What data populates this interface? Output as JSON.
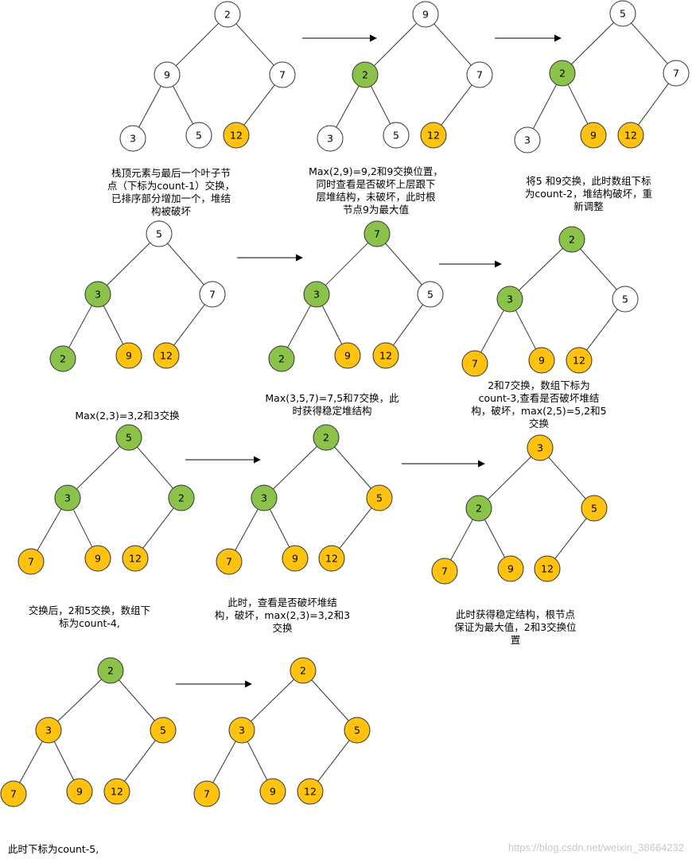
{
  "colors": {
    "white": "#ffffff",
    "green": "#8bc34a",
    "orange": "#ffc20e",
    "stroke": "#333333",
    "edge": "#333333",
    "arrow": "#000000"
  },
  "heap_states": [
    {
      "id": 1,
      "nodes": [
        {
          "v": "2",
          "c": "white"
        },
        {
          "v": "9",
          "c": "white"
        },
        {
          "v": "7",
          "c": "white"
        },
        {
          "v": "3",
          "c": "white"
        },
        {
          "v": "5",
          "c": "white"
        },
        {
          "v": "12",
          "c": "orange"
        }
      ]
    },
    {
      "id": 2,
      "nodes": [
        {
          "v": "9",
          "c": "white"
        },
        {
          "v": "2",
          "c": "green"
        },
        {
          "v": "7",
          "c": "white"
        },
        {
          "v": "3",
          "c": "white"
        },
        {
          "v": "5",
          "c": "white"
        },
        {
          "v": "12",
          "c": "orange"
        }
      ]
    },
    {
      "id": 3,
      "nodes": [
        {
          "v": "5",
          "c": "white"
        },
        {
          "v": "2",
          "c": "green"
        },
        {
          "v": "7",
          "c": "white"
        },
        {
          "v": "3",
          "c": "white"
        },
        {
          "v": "9",
          "c": "orange"
        },
        {
          "v": "12",
          "c": "orange"
        }
      ]
    },
    {
      "id": 4,
      "nodes": [
        {
          "v": "5",
          "c": "white"
        },
        {
          "v": "3",
          "c": "green"
        },
        {
          "v": "7",
          "c": "white"
        },
        {
          "v": "2",
          "c": "green"
        },
        {
          "v": "9",
          "c": "orange"
        },
        {
          "v": "12",
          "c": "orange"
        }
      ]
    },
    {
      "id": 5,
      "nodes": [
        {
          "v": "7",
          "c": "green"
        },
        {
          "v": "3",
          "c": "green"
        },
        {
          "v": "5",
          "c": "white"
        },
        {
          "v": "2",
          "c": "green"
        },
        {
          "v": "9",
          "c": "orange"
        },
        {
          "v": "12",
          "c": "orange"
        }
      ]
    },
    {
      "id": 6,
      "nodes": [
        {
          "v": "2",
          "c": "green"
        },
        {
          "v": "3",
          "c": "green"
        },
        {
          "v": "5",
          "c": "white"
        },
        {
          "v": "7",
          "c": "orange"
        },
        {
          "v": "9",
          "c": "orange"
        },
        {
          "v": "12",
          "c": "orange"
        }
      ]
    },
    {
      "id": 7,
      "nodes": [
        {
          "v": "5",
          "c": "green"
        },
        {
          "v": "3",
          "c": "green"
        },
        {
          "v": "2",
          "c": "green"
        },
        {
          "v": "7",
          "c": "orange"
        },
        {
          "v": "9",
          "c": "orange"
        },
        {
          "v": "12",
          "c": "orange"
        }
      ]
    },
    {
      "id": 8,
      "nodes": [
        {
          "v": "2",
          "c": "green"
        },
        {
          "v": "3",
          "c": "green"
        },
        {
          "v": "5",
          "c": "orange"
        },
        {
          "v": "7",
          "c": "orange"
        },
        {
          "v": "9",
          "c": "orange"
        },
        {
          "v": "12",
          "c": "orange"
        }
      ]
    },
    {
      "id": 9,
      "nodes": [
        {
          "v": "3",
          "c": "orange"
        },
        {
          "v": "2",
          "c": "green"
        },
        {
          "v": "5",
          "c": "orange"
        },
        {
          "v": "7",
          "c": "orange"
        },
        {
          "v": "9",
          "c": "orange"
        },
        {
          "v": "12",
          "c": "orange"
        }
      ]
    },
    {
      "id": 10,
      "nodes": [
        {
          "v": "2",
          "c": "green"
        },
        {
          "v": "3",
          "c": "orange"
        },
        {
          "v": "5",
          "c": "orange"
        },
        {
          "v": "7",
          "c": "orange"
        },
        {
          "v": "9",
          "c": "orange"
        },
        {
          "v": "12",
          "c": "orange"
        }
      ]
    },
    {
      "id": 11,
      "nodes": [
        {
          "v": "2",
          "c": "orange"
        },
        {
          "v": "3",
          "c": "orange"
        },
        {
          "v": "5",
          "c": "orange"
        },
        {
          "v": "7",
          "c": "orange"
        },
        {
          "v": "9",
          "c": "orange"
        },
        {
          "v": "12",
          "c": "orange"
        }
      ]
    }
  ],
  "captions": {
    "c1": [
      "栈顶元素与最后一个叶子节",
      "点（下标为count-1）交换，",
      "已排序部分增加一个，堆结",
      "构被破坏"
    ],
    "c2": [
      "Max(2,9)=9,2和9交换位置，",
      "同时查看是否破坏上层跟下",
      "层堆结构，未破坏，此时根",
      "节点9为最大值"
    ],
    "c3": [
      "将5 和9交换，此时数组下标",
      "为count-2，堆结构破坏，重",
      "新调整"
    ],
    "c4": [
      "Max(2,3)=3,2和3交换"
    ],
    "c5": [
      "Max(3,5,7)=7,5和7交换，此",
      "时获得稳定堆结构"
    ],
    "c6": [
      "2和7交换，数组下标为",
      "count-3,查看是否破坏堆结",
      "构，破坏，max(2,5)=5,2和5",
      "交换"
    ],
    "c7": [
      "交换后，2和5交换，数组下",
      "标为count-4,"
    ],
    "c8": [
      "此时，查看是否破坏堆结",
      "构，破坏，max(2,3)=3,2和3",
      "交换"
    ],
    "c9": [
      "此时获得稳定结构，根节点",
      "保证为最大值，2和3交换位",
      "置"
    ],
    "c10": [
      "此时下标为count-5,"
    ]
  },
  "watermark": "https://blog.csdn.net/weixin_38664232"
}
